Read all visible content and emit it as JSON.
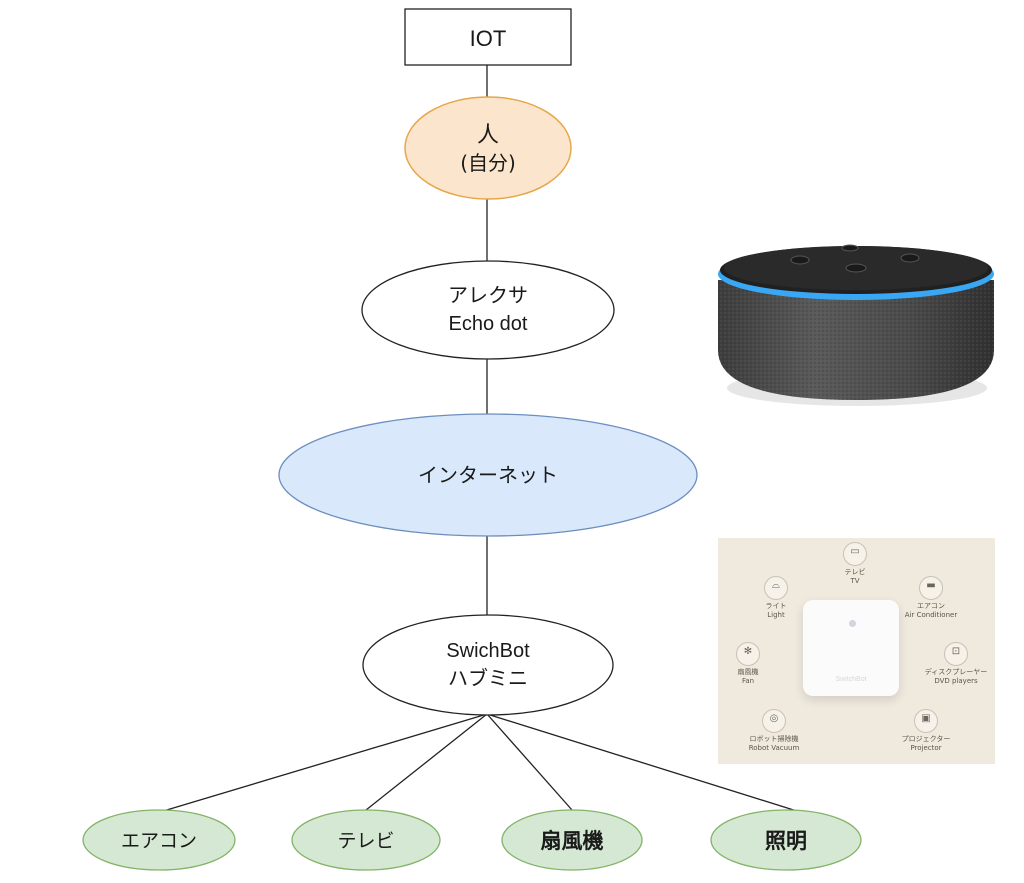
{
  "title": "IOT",
  "nodes": {
    "person": {
      "line1": "人",
      "line2": "(自分)"
    },
    "alexa": {
      "line1": "アレクサ",
      "line2": "Echo dot"
    },
    "internet": {
      "label": "インターネット"
    },
    "hub": {
      "line1": "SwichBot",
      "line2": "ハブミニ"
    },
    "aircon": {
      "label": "エアコン"
    },
    "tv": {
      "label": "テレビ"
    },
    "fan": {
      "label": "扇風機"
    },
    "light": {
      "label": "照明"
    }
  },
  "colors": {
    "person_fill": "#fce5cd",
    "person_stroke": "#e6a649",
    "internet_fill": "#dae8fc",
    "internet_stroke": "#6c8ebf",
    "leaf_fill": "#d5e8d4",
    "leaf_stroke": "#82b366",
    "echo_ring": "#3aa7f5"
  },
  "hub_image": {
    "devices": [
      {
        "jp": "テレビ",
        "en": "TV",
        "icon": "tv-icon"
      },
      {
        "jp": "ライト",
        "en": "Light",
        "icon": "lamp-icon"
      },
      {
        "jp": "エアコン",
        "en": "Air Conditioner",
        "icon": "aircon-icon"
      },
      {
        "jp": "扇風機",
        "en": "Fan",
        "icon": "fan-icon"
      },
      {
        "jp": "ディスクプレーヤー",
        "en": "DVD players",
        "icon": "disc-player-icon"
      },
      {
        "jp": "ロボット掃除機",
        "en": "Robot Vacuum",
        "icon": "robot-vacuum-icon"
      },
      {
        "jp": "プロジェクター",
        "en": "Projector",
        "icon": "projector-icon"
      }
    ],
    "logo": "SwitchBot"
  }
}
